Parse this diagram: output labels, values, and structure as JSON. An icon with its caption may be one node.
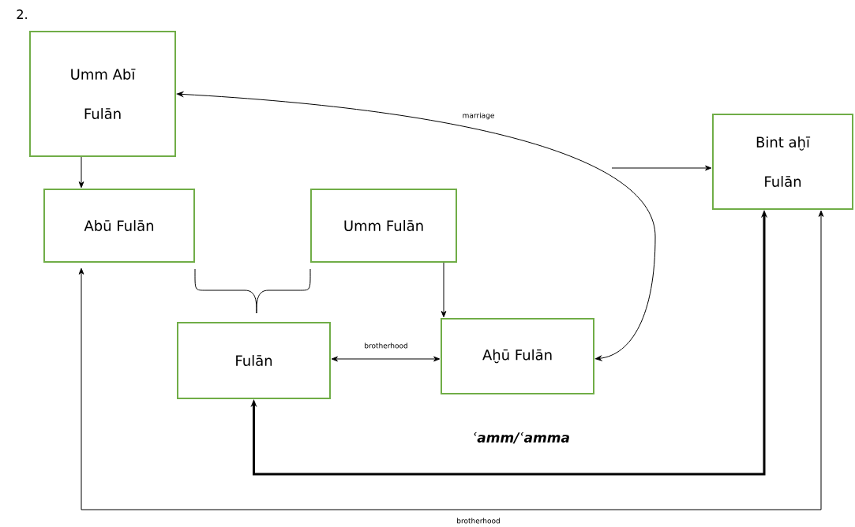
{
  "diagram": {
    "nodes": [
      {
        "text": [
          "Umm Abī Fulān"
        ]
      },
      {
        "text": [
          "Abū Fulān"
        ]
      },
      {
        "text": [
          "Umm Fulān"
        ]
      },
      {
        "text": [
          "Fulān"
        ]
      },
      {
        "text": [
          "Aḫū Fulān"
        ]
      },
      {
        "text": [
          "Bint aḫī Fulān"
        ]
      }
    ],
    "edges": [
      {
        "from": 0,
        "to": 1,
        "arrow": "to"
      },
      {
        "from": 0,
        "to": 4,
        "arrow": "both",
        "label": "marriage"
      },
      {
        "from": null,
        "to": 5,
        "arrow": "to"
      },
      {
        "from": 2,
        "to": 4,
        "arrow": "to"
      },
      {
        "from": 3,
        "to": 4,
        "arrow": "both",
        "label": "brotherhood"
      },
      {
        "from": 3,
        "to": 5,
        "arrow": "both",
        "style": "thick"
      },
      {
        "from": 1,
        "to": 5,
        "arrow": "both",
        "label": "brotherhood"
      },
      {
        "from": 1,
        "to": 3,
        "arrow": "none"
      },
      {
        "from": 2,
        "to": 3,
        "arrow": "none"
      }
    ],
    "labels": [
      "2.",
      "ʿamm/ʿamma"
    ]
  }
}
